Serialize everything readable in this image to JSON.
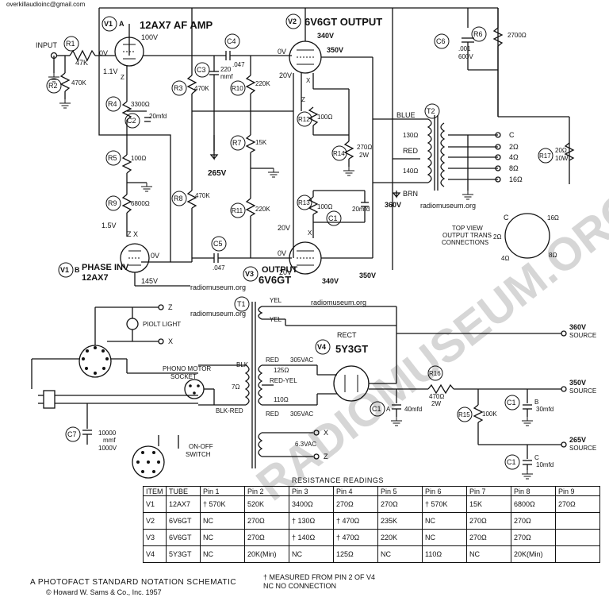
{
  "watermarks": {
    "top_left": "overkillaudioinc@gmail.com",
    "site": "radiomuseum.org",
    "diagonal": "RADIOMUSEUM.ORG"
  },
  "labels": {
    "input": "INPUT",
    "v1a_id": "V1",
    "v1a_sub": "A",
    "v1a_name": "12AX7 AF AMP",
    "v2_id": "V2",
    "v2_name": "6V6GT OUTPUT",
    "v1b_id": "V1",
    "v1b_sub": "B",
    "v1b_name": "PHASE INV",
    "v1b_tube": "12AX7",
    "v3_id": "V3",
    "v3_name": "OUTPUT",
    "v3_tube": "6V6GT",
    "v4_id": "V4",
    "v4_name": "RECT",
    "v4_tube": "5Y3GT",
    "t1": "T1",
    "t2": "T2",
    "top_view": "TOP VIEW",
    "output_trans": "OUTPUT TRANS",
    "connections": "CONNECTIONS",
    "pilot_light": "PIOLT LIGHT",
    "phono_motor": "PHONO MOTOR",
    "socket": "SOCKET",
    "on_off": "ON-OFF",
    "switch": "SWITCH"
  },
  "components": {
    "r1": "R1",
    "r1_val": "47K",
    "r2": "R2",
    "r2_val": "470K",
    "r3": "R3",
    "r3_val": "470K",
    "r4": "R4",
    "r4_val": "3300Ω",
    "r5": "R5",
    "r5_val": "100Ω",
    "r6": "R6",
    "r6_val": "2700Ω",
    "r7": "R7",
    "r7_val": "15K",
    "r8": "R8",
    "r8_val": "470K",
    "r9": "R9",
    "r9_val": "6800Ω",
    "r10": "R10",
    "r10_val": "220K",
    "r11": "R11",
    "r11_val": "220K",
    "r12": "R12",
    "r12_val": "100Ω",
    "r13": "R13",
    "r13_val": "100Ω",
    "r14": "R14",
    "r14_val1": "270Ω",
    "r14_val2": "2W",
    "r15": "R15",
    "r15_val": "100K",
    "r16": "R16",
    "r16_val1": "470Ω",
    "r16_val2": "2W",
    "r17": "R17",
    "r17_val1": "20Ω",
    "r17_val2": "10W",
    "c1": "C1",
    "c1_val": "20mfd",
    "c2": "C2",
    "c2_val": "20mfd",
    "c3": "C3",
    "c3_val1": "220",
    "c3_val2": "mmf",
    "c4": "C4",
    "c4_val": ".047",
    "c5": "C5",
    "c5_val": ".047",
    "c6": "C6",
    "c6_val1": ".001",
    "c6_val2": "600V",
    "c7": "C7",
    "c7_val1": "10000",
    "c7_val2": "mmf",
    "c7_val3": "1000V",
    "c1a": "C1",
    "c1a_sub": "A",
    "c1a_val": "40mfd",
    "c1b": "C1",
    "c1b_sub": "B",
    "c1b_val": "30mfd",
    "c1c": "C1",
    "c1c_sub": "C",
    "c1c_val": "10mfd"
  },
  "voltages": {
    "v_100": "100V",
    "v_0_v1a": "0V",
    "v_1_1": "1.1V",
    "v_340_v2": "340V",
    "v_350_v2": "350V",
    "v_0_v2": "0V",
    "v_20_v2": "20V",
    "v_265": "265V",
    "v_360": "360V",
    "v_1_5": "1.5V",
    "v_0_v1b": "0V",
    "v_145": "145V",
    "v_20_v3a": "20V",
    "v_0_v3": "0V",
    "v_20_v3b": "20V",
    "v_340_v3": "340V",
    "v_350_v3": "350V",
    "v_305a": "305VAC",
    "v_305b": "305VAC",
    "v_6_3": "6.3VAC"
  },
  "wire_colors": {
    "blue": "BLUE",
    "red": "RED",
    "brn": "BRN",
    "yel1": "YEL",
    "yel2": "YEL",
    "blk": "BLK",
    "blk_red": "BLK-RED",
    "red1": "RED",
    "red_yel": "RED-YEL",
    "red2": "RED"
  },
  "taps": {
    "tap_130": "130Ω",
    "tap_140": "140Ω",
    "tap_c": "C",
    "tap_2": "2Ω",
    "tap_4": "4Ω",
    "tap_8": "8Ω",
    "tap_16": "16Ω",
    "t1_125": "125Ω",
    "t1_110": "110Ω",
    "t1_7": "7Ω"
  },
  "dial": {
    "c": "C",
    "t16": "16Ω",
    "t2": "2Ω",
    "t4": "4Ω",
    "t8": "8Ω"
  },
  "nodes": {
    "z": "Z",
    "x": "X",
    "zx": "Z X",
    "source360": "360V",
    "source360_l": "SOURCE",
    "source350": "350V",
    "source350_l": "SOURCE",
    "source265": "265V",
    "source265_l": "SOURCE"
  },
  "table": {
    "title": "RESISTANCE READINGS",
    "headers": [
      "ITEM",
      "TUBE",
      "Pin 1",
      "Pin 2",
      "Pin 3",
      "Pin 4",
      "Pin 5",
      "Pin 6",
      "Pin 7",
      "Pin 8",
      "Pin 9"
    ],
    "rows": [
      [
        "V1",
        "12AX7",
        "† 570K",
        "520K",
        "3400Ω",
        "270Ω",
        "270Ω",
        "† 570K",
        "15K",
        "6800Ω",
        "270Ω"
      ],
      [
        "V2",
        "6V6GT",
        "NC",
        "270Ω",
        "† 130Ω",
        "† 470Ω",
        "235K",
        "NC",
        "270Ω",
        "270Ω",
        ""
      ],
      [
        "V3",
        "6V6GT",
        "NC",
        "270Ω",
        "† 140Ω",
        "† 470Ω",
        "220K",
        "NC",
        "270Ω",
        "270Ω",
        ""
      ],
      [
        "V4",
        "5Y3GT",
        "NC",
        "20K(Min)",
        "NC",
        "125Ω",
        "NC",
        "110Ω",
        "NC",
        "20K(Min)",
        ""
      ]
    ],
    "legend1": "† MEASURED FROM PIN 2 OF V4",
    "legend2": "NC  NO CONNECTION"
  },
  "footer": {
    "line1": "A PHOTOFACT STANDARD NOTATION SCHEMATIC",
    "line2": "© Howard W. Sams & Co., Inc. 1957"
  }
}
